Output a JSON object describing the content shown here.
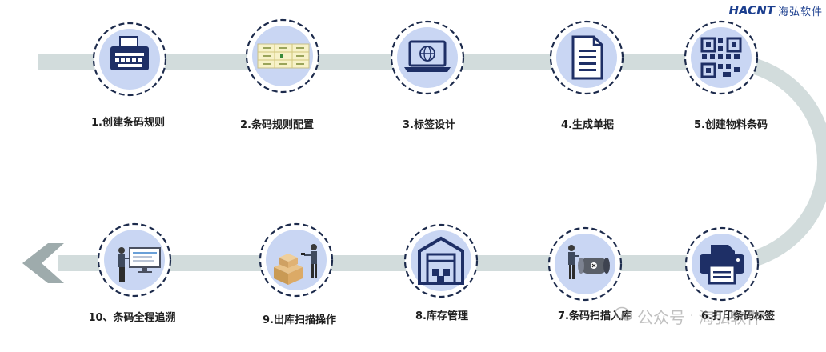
{
  "brand": {
    "logo": "HACNT",
    "name": "海弘软件"
  },
  "steps": [
    {
      "label": "1.创建条码规则",
      "icon": "typewriter-icon"
    },
    {
      "label": "2.条码规则配置",
      "icon": "barcode-sheet-icon"
    },
    {
      "label": "3.标签设计",
      "icon": "laptop-globe-icon"
    },
    {
      "label": "4.生成单据",
      "icon": "document-icon"
    },
    {
      "label": "5.创建物料条码",
      "icon": "qr-code-icon"
    },
    {
      "label": "6.打印条码标签",
      "icon": "printer-icon"
    },
    {
      "label": "7.条码扫描入库",
      "icon": "scan-inbound-icon"
    },
    {
      "label": "8.库存管理",
      "icon": "warehouse-icon"
    },
    {
      "label": "9.出库扫描操作",
      "icon": "scan-outbound-icon"
    },
    {
      "label": "10、条码全程追溯",
      "icon": "trace-monitor-icon"
    }
  ],
  "watermark": {
    "channel": "公众号",
    "separator": "·",
    "name": "海弘软件"
  },
  "colors": {
    "track": "#d2dcdc",
    "circle_fill": "#c9d6f3",
    "circle_border": "#1d2b4c",
    "icon_navy": "#1e2f66"
  }
}
